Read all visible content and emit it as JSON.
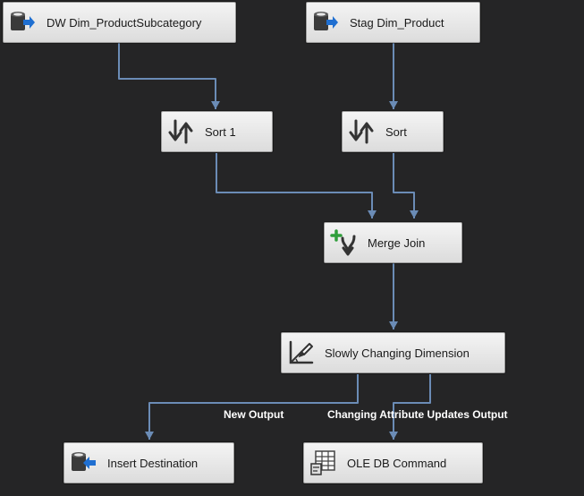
{
  "canvas": {
    "background": "#252526",
    "connector_color": "#6b8cb6"
  },
  "components": {
    "dw_dim_productsubcategory": {
      "label": "DW Dim_ProductSubcategory",
      "icon": "ole-db-source-icon"
    },
    "stag_dim_product": {
      "label": "Stag Dim_Product",
      "icon": "ole-db-source-icon"
    },
    "sort_1": {
      "label": "Sort 1",
      "icon": "sort-icon"
    },
    "sort": {
      "label": "Sort",
      "icon": "sort-icon"
    },
    "merge_join": {
      "label": "Merge Join",
      "icon": "merge-join-icon"
    },
    "scd": {
      "label": "Slowly Changing Dimension",
      "icon": "slowly-changing-dimension-icon"
    },
    "insert_destination": {
      "label": "Insert Destination",
      "icon": "ole-db-destination-icon"
    },
    "ole_db_command": {
      "label": "OLE DB Command",
      "icon": "ole-db-command-icon"
    }
  },
  "paths": {
    "new_output": "New Output",
    "changing_attribute_updates_output": "Changing Attribute Updates Output"
  }
}
